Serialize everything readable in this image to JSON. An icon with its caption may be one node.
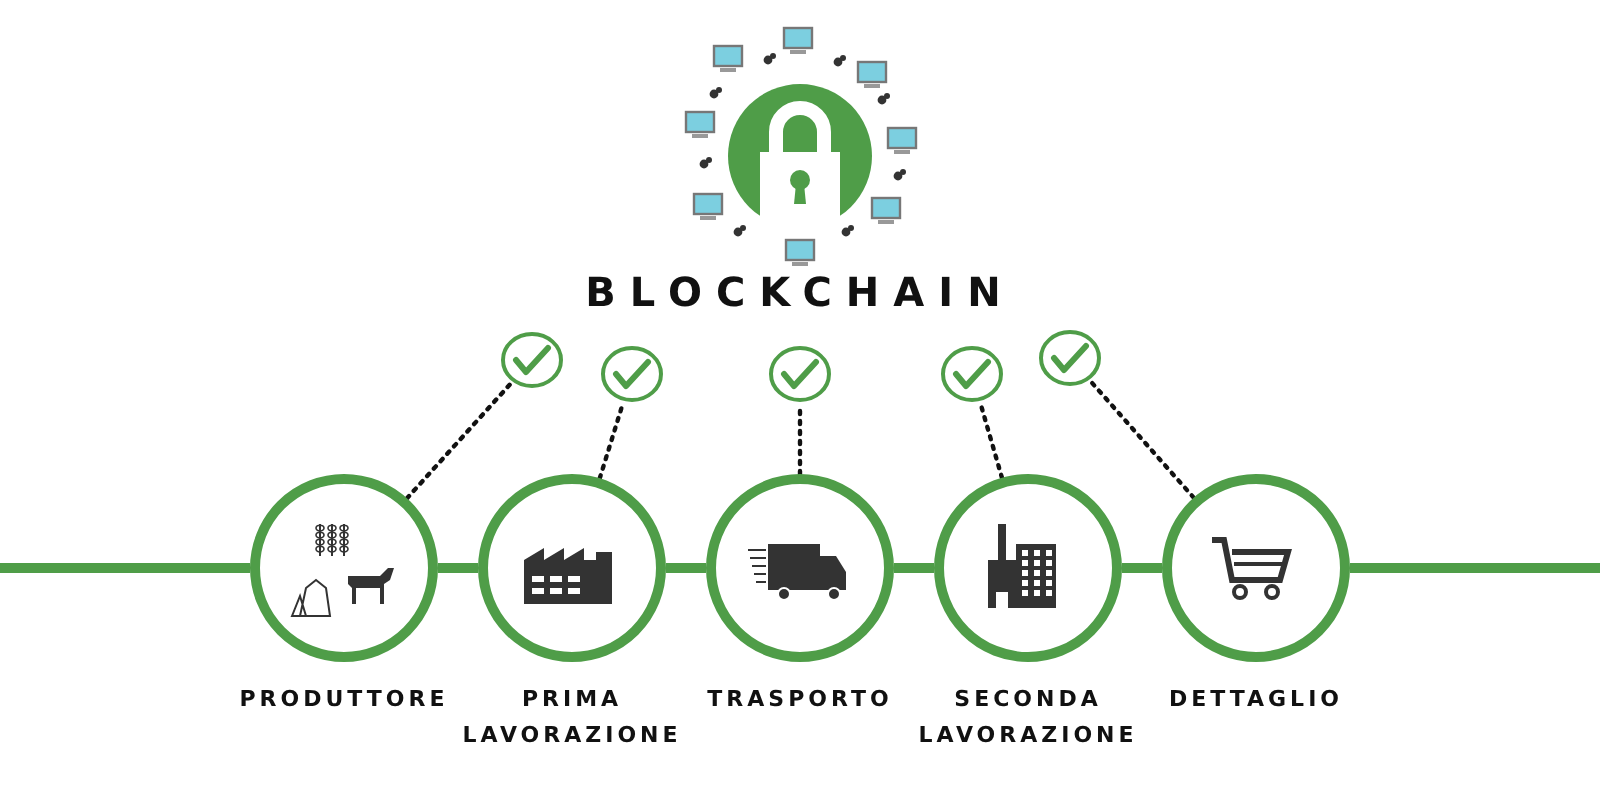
{
  "diagram": {
    "title": "BLOCKCHAIN",
    "nodes": [
      {
        "text": [],
        "shape": "circle"
      },
      {
        "text": [],
        "shape": "circle"
      },
      {
        "text": [],
        "shape": "circle"
      },
      {
        "text": [],
        "shape": "circle"
      },
      {
        "text": [],
        "shape": "circle"
      },
      {
        "text": [
          "PRODUTTORE"
        ]
      },
      {
        "text": [
          "PRIMA LAVORAZIONE"
        ]
      },
      {
        "text": [
          "TRASPORTO"
        ]
      },
      {
        "text": [
          "SECONDA LAVORAZIONE"
        ]
      },
      {
        "text": [
          "DETTAGLIO"
        ]
      }
    ],
    "edges": [
      {
        "from": 5,
        "to": 0,
        "arrow": "none",
        "style": "dashed",
        "color": "#111111"
      },
      {
        "from": 6,
        "to": 1,
        "arrow": "none",
        "style": "dashed",
        "color": "#111111"
      },
      {
        "from": 7,
        "to": 2,
        "arrow": "none",
        "style": "dashed",
        "color": "#111111"
      },
      {
        "from": 8,
        "to": 3,
        "arrow": "none",
        "style": "dashed",
        "color": "#111111"
      },
      {
        "from": 9,
        "to": 4,
        "arrow": "none",
        "style": "dashed",
        "color": "#111111"
      },
      {
        "from": null,
        "to": 5,
        "arrow": "none",
        "color": "#4f9d48"
      },
      {
        "from": 5,
        "to": 6,
        "arrow": "none",
        "color": "#4f9d48"
      },
      {
        "from": 6,
        "to": 7,
        "arrow": "none",
        "color": "#4f9d48"
      },
      {
        "from": 7,
        "to": 8,
        "arrow": "none",
        "color": "#4f9d48"
      },
      {
        "from": 8,
        "to": 9,
        "arrow": "none",
        "color": "#4f9d48"
      },
      {
        "from": 9,
        "to": null,
        "arrow": "none",
        "color": "#4f9d48"
      }
    ]
  }
}
